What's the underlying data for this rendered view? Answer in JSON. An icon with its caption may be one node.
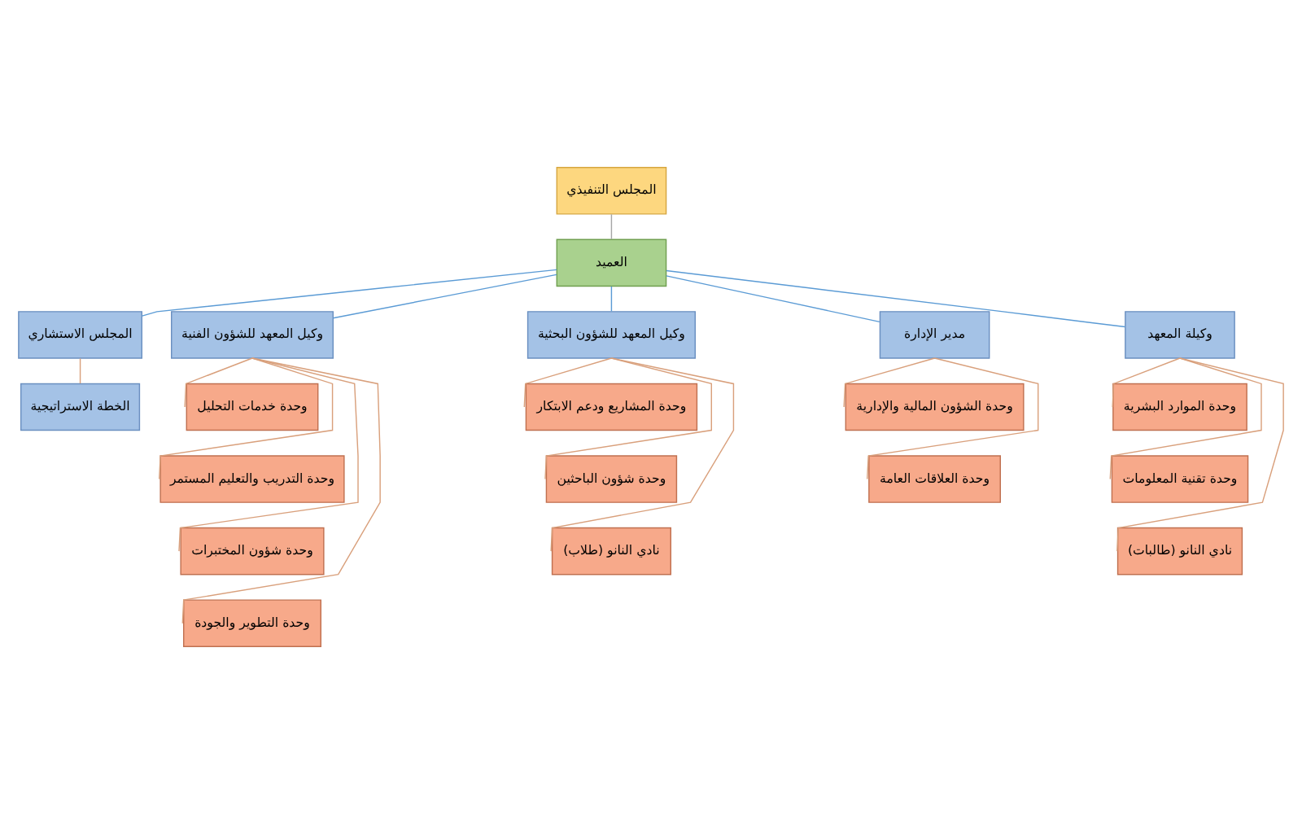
{
  "diagram": {
    "nodes": [
      {
        "text": [
          "المجلس التنفيذي"
        ]
      },
      {
        "text": [
          "العميد"
        ]
      },
      {
        "text": [
          "المجلس الاستشاري"
        ]
      },
      {
        "text": [
          "الخطة الاستراتيجية"
        ]
      },
      {
        "text": [
          "وكيل المعهد للشؤون الفنية"
        ]
      },
      {
        "text": [
          "وكيل المعهد للشؤون البحثية"
        ]
      },
      {
        "text": [
          "مدير الإدارة"
        ]
      },
      {
        "text": [
          "وكيلة المعهد"
        ]
      },
      {
        "text": [
          "وحدة خدمات التحليل"
        ]
      },
      {
        "text": [
          "وحدة التدريب والتعليم المستمر"
        ]
      },
      {
        "text": [
          "وحدة شؤون المختبرات"
        ]
      },
      {
        "text": [
          "وحدة التطوير والجودة"
        ]
      },
      {
        "text": [
          "وحدة المشاريع ودعم الابتكار"
        ]
      },
      {
        "text": [
          "وحدة شؤون الباحثين"
        ]
      },
      {
        "text": [
          "نادي النانو (طلاب)"
        ]
      },
      {
        "text": [
          "وحدة الشؤون المالية والإدارية"
        ]
      },
      {
        "text": [
          "وحدة العلاقات العامة"
        ]
      },
      {
        "text": [
          "وحدة الموارد البشرية"
        ]
      },
      {
        "text": [
          "وحدة تقنية المعلومات"
        ]
      },
      {
        "text": [
          "نادي النانو (طالبات)"
        ]
      }
    ],
    "edges": [
      {
        "from": 0,
        "to": 1,
        "arrow": "none",
        "color": "#a6a6a6"
      },
      {
        "from": 1,
        "to": 2,
        "arrow": "none",
        "color": "#5b9bd5"
      },
      {
        "from": 2,
        "to": 3,
        "arrow": "none"
      },
      {
        "from": 1,
        "to": 4,
        "arrow": "none",
        "color": "#5b9bd5"
      },
      {
        "from": 1,
        "to": 5,
        "arrow": "none",
        "color": "#5b9bd5"
      },
      {
        "from": 1,
        "to": 6,
        "arrow": "none",
        "color": "#5b9bd5"
      },
      {
        "from": 1,
        "to": 7,
        "arrow": "none",
        "color": "#5b9bd5"
      },
      {
        "from": 4,
        "to": 8,
        "arrow": "none"
      },
      {
        "from": 4,
        "to": 9,
        "arrow": "none"
      },
      {
        "from": 4,
        "to": 10,
        "arrow": "none"
      },
      {
        "from": 4,
        "to": 11,
        "arrow": "none"
      },
      {
        "from": 5,
        "to": 12,
        "arrow": "none"
      },
      {
        "from": 5,
        "to": 13,
        "arrow": "none"
      },
      {
        "from": 5,
        "to": 14,
        "arrow": "none"
      },
      {
        "from": 6,
        "to": 15,
        "arrow": "none"
      },
      {
        "from": 6,
        "to": 16,
        "arrow": "none"
      },
      {
        "from": 7,
        "to": 17,
        "arrow": "none"
      },
      {
        "from": 7,
        "to": 18,
        "arrow": "none"
      },
      {
        "from": 7,
        "to": 19,
        "arrow": "none"
      }
    ]
  }
}
